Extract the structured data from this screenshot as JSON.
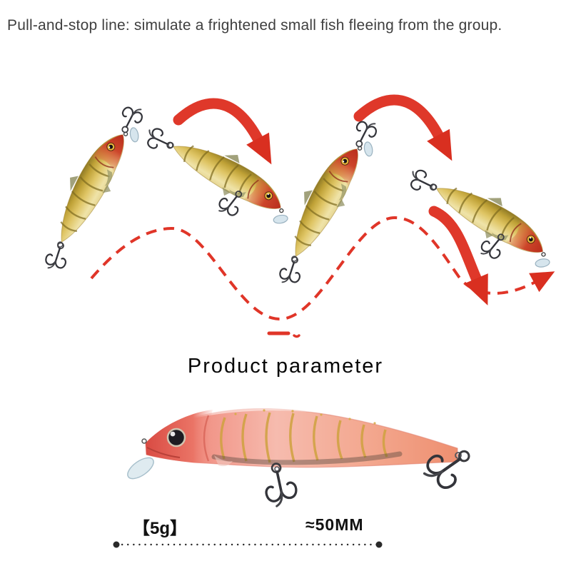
{
  "header": {
    "title": "Pull-and-stop line: simulate a frightened small fish fleeing from the group."
  },
  "section": {
    "heading": "Product parameter"
  },
  "parameters": {
    "weight": "【5g】",
    "length": "≈50MM"
  },
  "colors": {
    "accent_red": "#dc3425",
    "lure_body_gold": "#dfc565",
    "lure_head_red": "#c23422",
    "product_body_pink": "#f6bbae",
    "title_text": "#3f3f3f",
    "parameter_text": "#121212"
  }
}
